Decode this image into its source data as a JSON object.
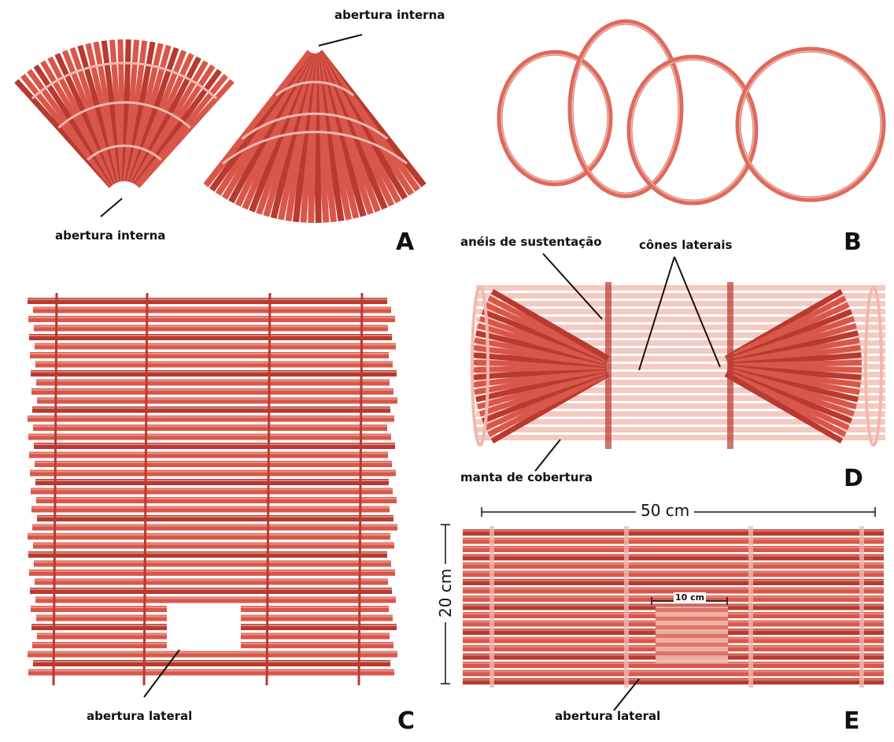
{
  "panels": {
    "A": {
      "letter": "A",
      "label_top": "abertura interna",
      "label_bottom": "abertura interna"
    },
    "B": {
      "letter": "B"
    },
    "C": {
      "letter": "C",
      "label": "abertura lateral"
    },
    "D": {
      "letter": "D",
      "label_rings": "anéis de sustentação",
      "label_cones": "cônes laterais",
      "label_cover": "manta de cobertura"
    },
    "E": {
      "letter": "E",
      "width_label": "50 cm",
      "height_label": "20 cm",
      "opening_label": "10 cm",
      "label": "abertura lateral"
    }
  },
  "colors": {
    "slat": "#d9574a",
    "slat_dark": "#b83a30",
    "slat_light": "#f0b8ae",
    "ring": "#de6a5c",
    "background": "#ffffff"
  }
}
